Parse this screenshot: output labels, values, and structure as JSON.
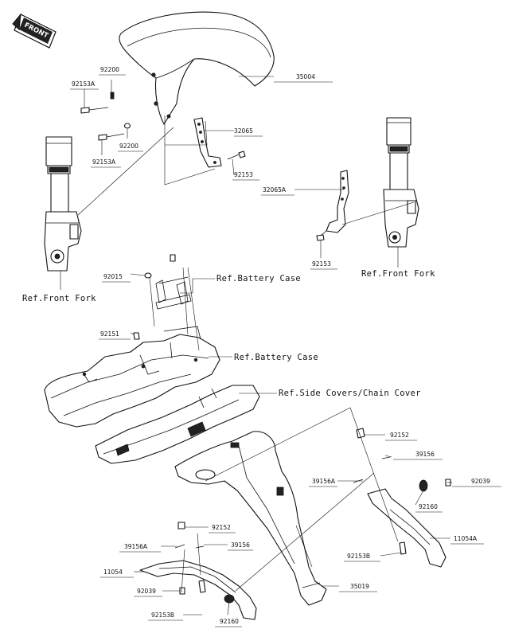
{
  "front_badge": "FRONT",
  "part_labels": [
    "92200",
    "92153A",
    "92200",
    "92153A",
    "35004",
    "32065",
    "92153",
    "32065A",
    "92153",
    "92015",
    "92151",
    "92152",
    "39156",
    "39156A",
    "92039",
    "92160",
    "11054A",
    "92153B",
    "92152",
    "39156A",
    "39156",
    "11054",
    "92039",
    "92153B",
    "92160",
    "35019"
  ],
  "ref_labels": [
    "Ref.Battery Case",
    "Ref.Battery Case",
    "Ref.Side Covers/Chain Cover",
    "Ref.Front Fork",
    "Ref.Front Fork"
  ]
}
